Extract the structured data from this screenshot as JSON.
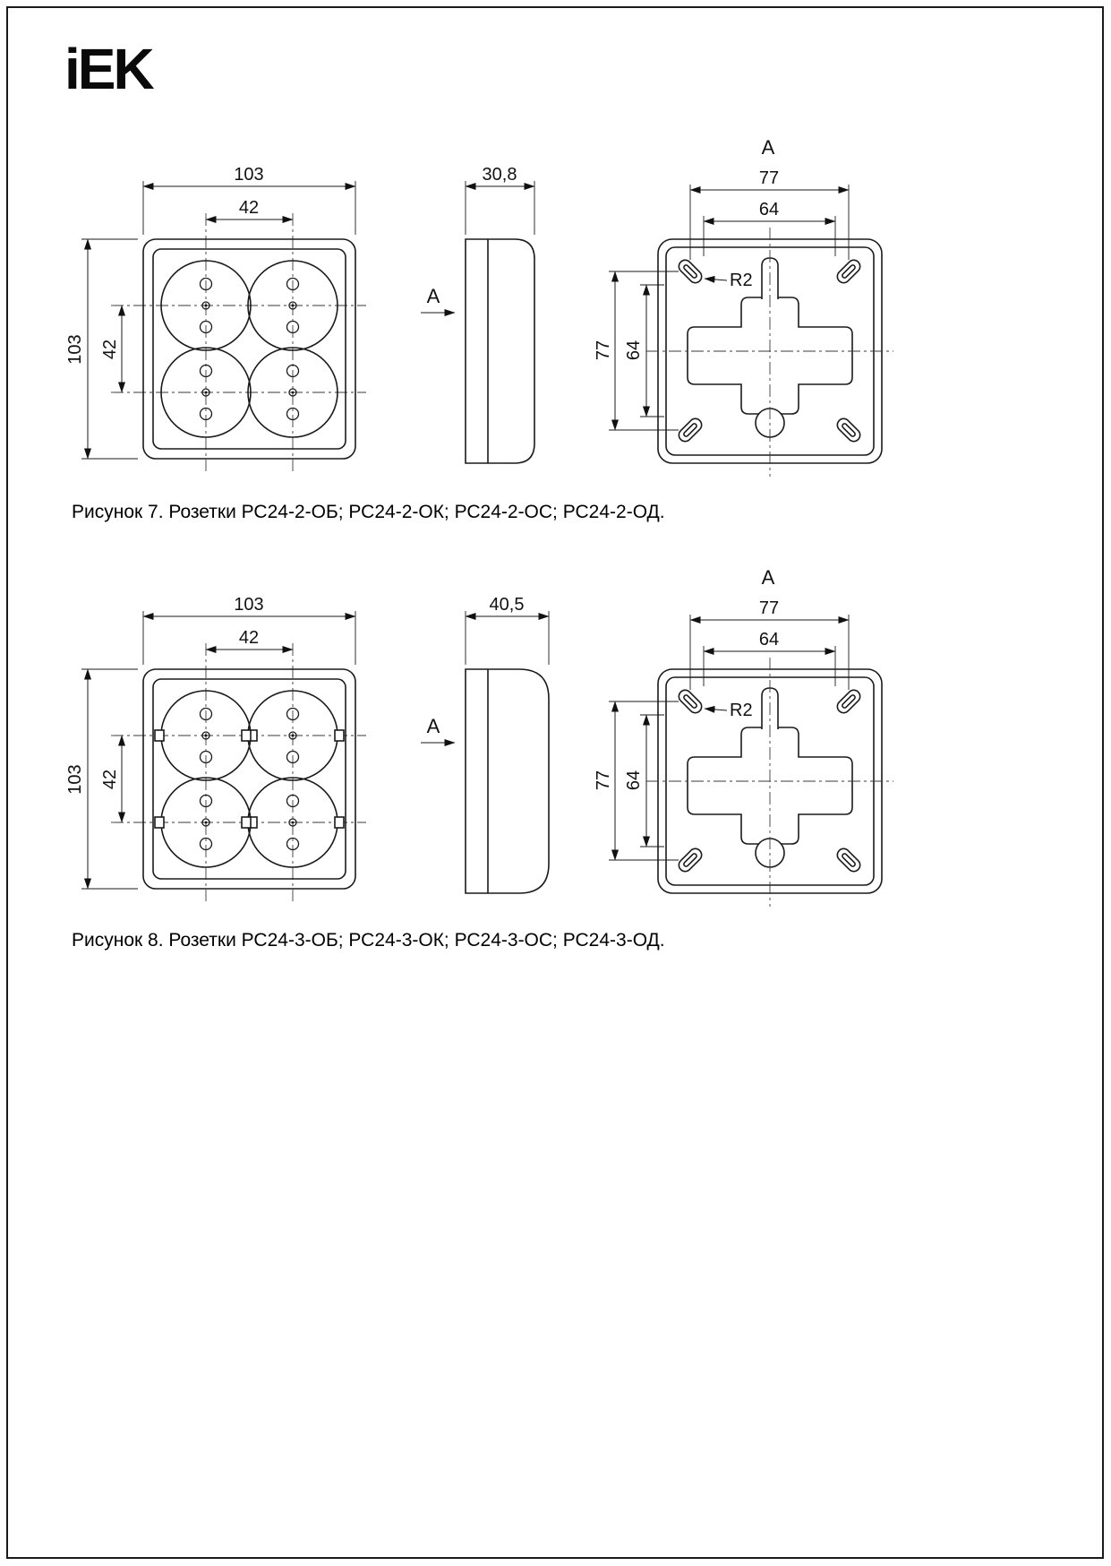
{
  "page": {
    "logo_text": "iEK"
  },
  "figure7": {
    "caption": "Рисунок 7. Розетки РС24-2-ОБ; РС24-2-ОК; РС24-2-ОС; РС24-2-ОД.",
    "section_label_top": "A",
    "section_label_side": "A",
    "front": {
      "dim_width": "103",
      "dim_pitch_h": "42",
      "dim_height": "103",
      "dim_pitch_v": "42"
    },
    "side": {
      "dim_depth": "30,8"
    },
    "back": {
      "dim_width": "77",
      "dim_inner_width": "64",
      "dim_height": "77",
      "dim_inner_height": "64",
      "radius_label": "R2"
    }
  },
  "figure8": {
    "caption": "Рисунок 8. Розетки РС24-3-ОБ; РС24-3-ОК; РС24-3-ОС; РС24-3-ОД.",
    "section_label_top": "A",
    "section_label_side": "A",
    "front": {
      "dim_width": "103",
      "dim_pitch_h": "42",
      "dim_height": "103",
      "dim_pitch_v": "42"
    },
    "side": {
      "dim_depth": "40,5"
    },
    "back": {
      "dim_width": "77",
      "dim_inner_width": "64",
      "dim_height": "77",
      "dim_inner_height": "64",
      "radius_label": "R2"
    }
  }
}
